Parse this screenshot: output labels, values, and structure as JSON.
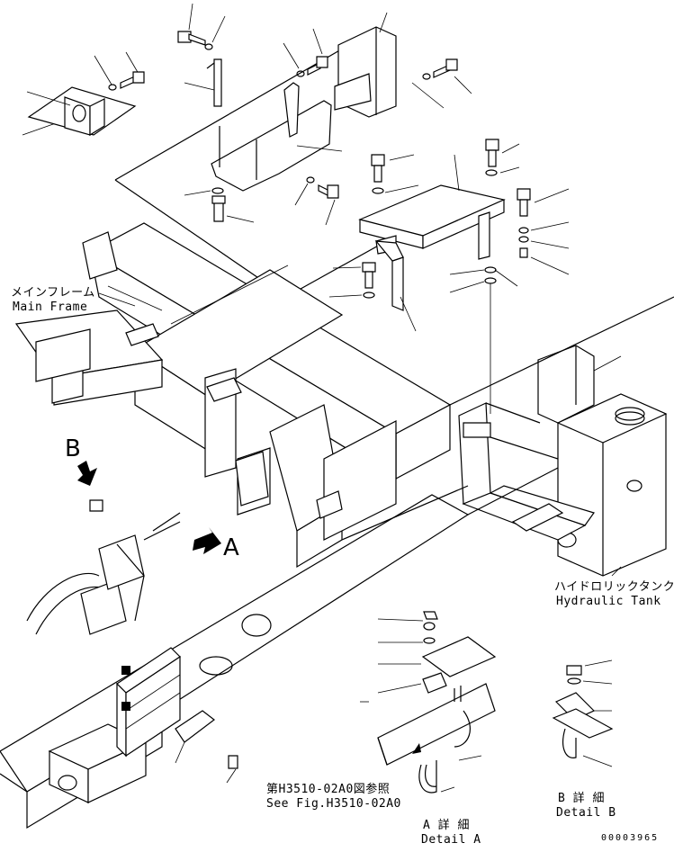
{
  "labels": {
    "main_frame_jp": "メインフレーム",
    "main_frame_en": "Main Frame",
    "hydraulic_tank_jp": "ハイドロリックタンク",
    "hydraulic_tank_en": "Hydraulic Tank",
    "see_fig_jp": "第H3510-02A0図参照",
    "see_fig_en": "See Fig.H3510-02A0",
    "detail_a_jp": "A 詳 細",
    "detail_a_en": "Detail A",
    "detail_b_jp": "B 詳 細",
    "detail_b_en": "Detail B",
    "view_a": "A",
    "view_b": "B",
    "drawing_number": "00003965"
  }
}
